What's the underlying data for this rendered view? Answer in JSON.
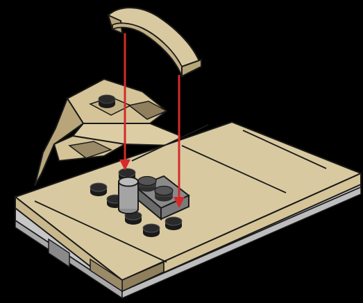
{
  "scene": {
    "description_shown": false,
    "colors": {
      "background": "#000000",
      "tan": "#d9c9a0",
      "tan_light": "#e2d3ac",
      "tan_dark": "#b8a67a",
      "dark_tan": "#9a8a68",
      "gray_edge": "#c7c7c7",
      "dark_gray": "#6a6a6a",
      "light_gray": "#a4a4a4",
      "outline": "#1a1a1a",
      "arrow": "#d42a2a"
    },
    "icons": [
      "curved-slope-brick",
      "assembly-arrow",
      "baseplate",
      "stud",
      "round-brick",
      "plate-1x2"
    ]
  }
}
